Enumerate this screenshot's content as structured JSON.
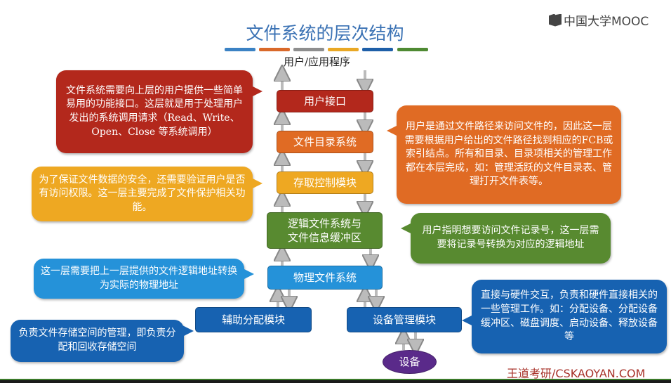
{
  "title": "文件系统的层次结构",
  "logo": "中国大学MOOC",
  "top_label": "用户/应用程序",
  "colors": [
    "#3b82c4",
    "#d9692a",
    "#8e8e8e",
    "#e9a825",
    "#1e5fa8",
    "#4f8a33"
  ],
  "layers": {
    "user_interface": "用户接口",
    "directory": "文件目录系统",
    "access_control": "存取控制模块",
    "logical_fs": "逻辑文件系统与文件信息缓冲区",
    "physical_fs": "物理文件系统",
    "alloc": "辅助分配模块",
    "device_mgmt": "设备管理模块",
    "device": "设备"
  },
  "callouts": {
    "user_interface": "文件系统需要向上层的用户提供一些简单易用的功能接口。这层就是用于处理用户发出的系统调用请求（Read、Write、Open、Close 等系统调用）",
    "directory": "用户是通过文件路径来访问文件的，因此这一层需要根据用户给出的文件路径找到相应的FCB或索引结点。所有和目录、目录项相关的管理工作都在本层完成，如：管理活跃的文件目录表、管理打开文件表等。",
    "access_control": "为了保证文件数据的安全，还需要验证用户是否有访问权限。这一层主要完成了文件保护相关功能。",
    "logical_fs": "用户指明想要访问文件记录号，这一层需要将记录号转换为对应的逻辑地址",
    "physical_fs": "这一层需要把上一层提供的文件逻辑地址转换为实际的物理地址",
    "alloc": "负责文件存储空间的管理，即负责分配和回收存储空间",
    "device_mgmt": "直接与硬件交互，负责和硬件直接相关的一些管理工作。如：分配设备、分配设备缓冲区、磁盘调度、启动设备、释放设备等"
  },
  "footer": "王道考研/CSKAOYAN.COM"
}
